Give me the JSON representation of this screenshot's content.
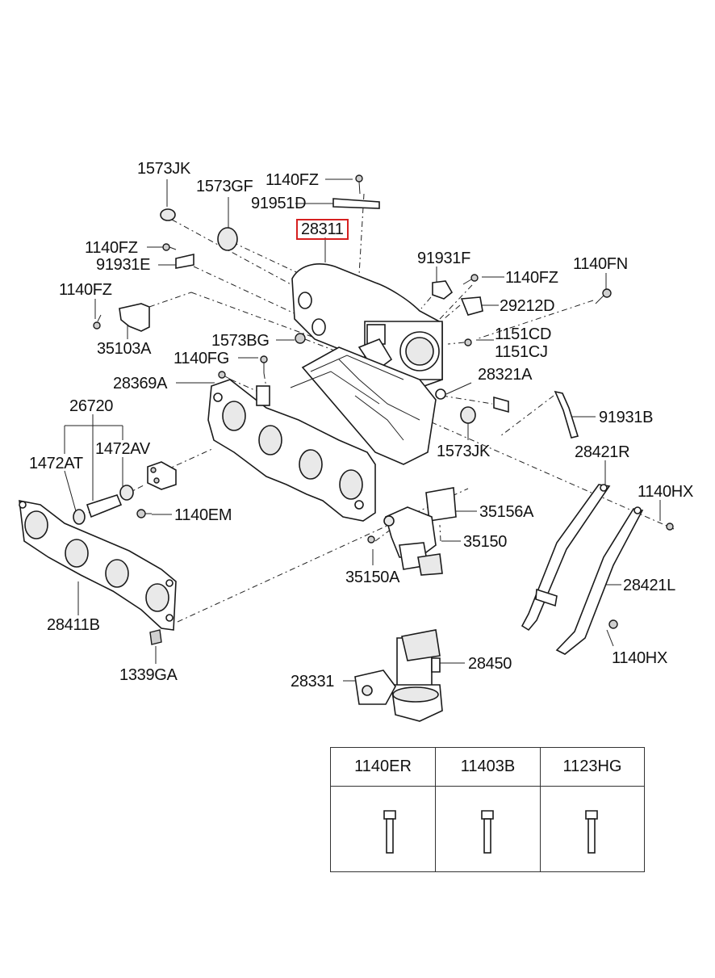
{
  "diagram": {
    "highlighted_part": "28311",
    "labels": {
      "p1573JK_top": "1573JK",
      "p1573GF": "1573GF",
      "p1140FZ_top": "1140FZ",
      "p91951D": "91951D",
      "p28311": "28311",
      "p1140FZ_left": "1140FZ",
      "p91931E": "91931E",
      "p91931F": "91931F",
      "p1140FZ_right": "1140FZ",
      "p1140FN": "1140FN",
      "p1140FZ_far_left": "1140FZ",
      "p29212D": "29212D",
      "p35103A": "35103A",
      "p1573BG": "1573BG",
      "p1151CD": "1151CD",
      "p1151CJ": "1151CJ",
      "p1140FG": "1140FG",
      "p28369A": "28369A",
      "p28321A": "28321A",
      "p26720": "26720",
      "p91931B": "91931B",
      "p1472AT": "1472AT",
      "p1472AV": "1472AV",
      "p1573JK_mid": "1573JK",
      "p28421R": "28421R",
      "p1140HX_top": "1140HX",
      "p1140EM": "1140EM",
      "p35156A": "35156A",
      "p35150": "35150",
      "p35150A": "35150A",
      "p28421L": "28421L",
      "p28411B": "28411B",
      "p1140HX_bottom": "1140HX",
      "p1339GA": "1339GA",
      "p28450": "28450",
      "p28331": "28331"
    }
  },
  "bolt_table": {
    "headers": [
      "1140ER",
      "11403B",
      "1123HG"
    ]
  }
}
